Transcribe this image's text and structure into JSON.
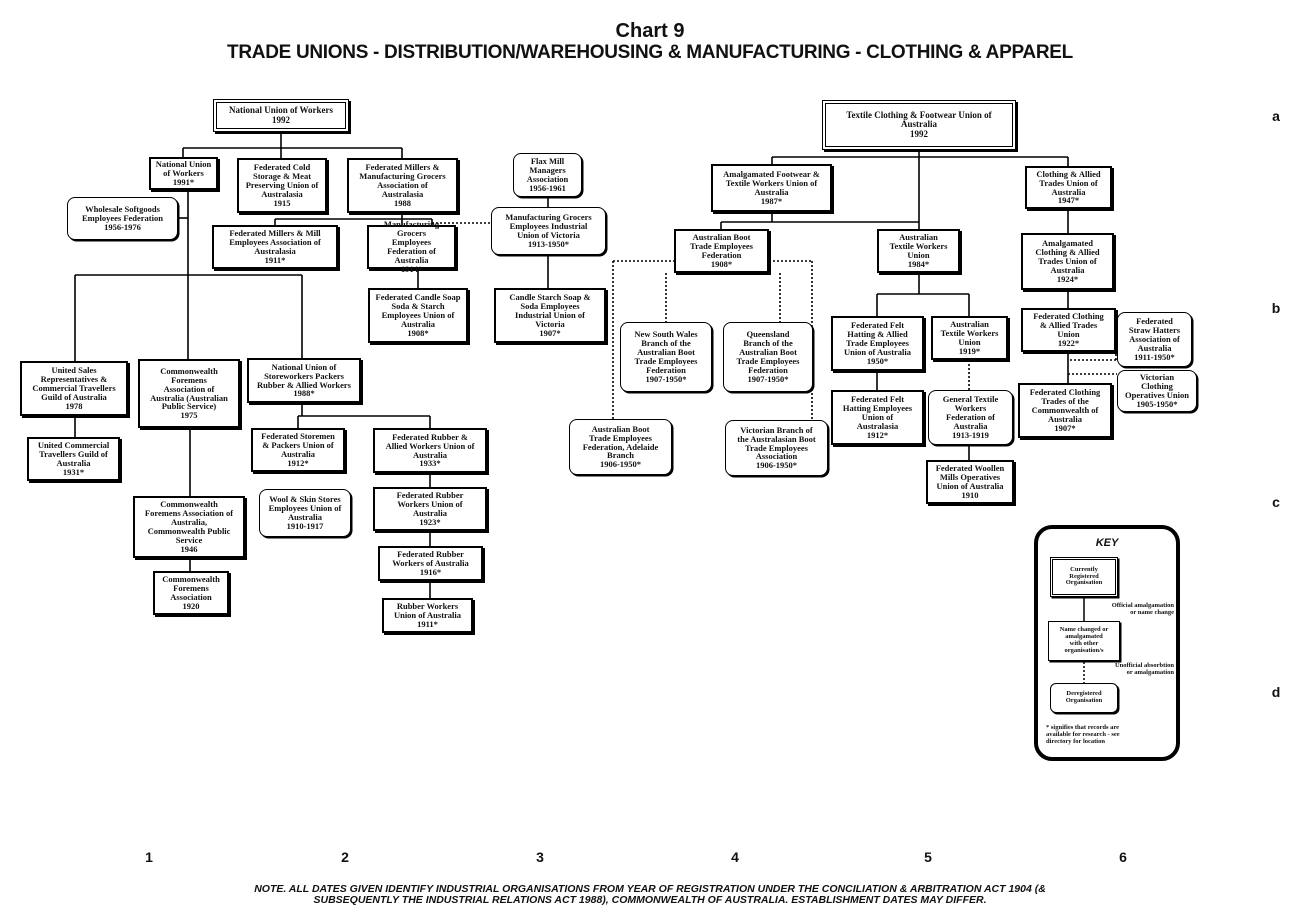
{
  "title": "Chart 9",
  "subtitle": "TRADE UNIONS - DISTRIBUTION/WAREHOUSING & MANUFACTURING - CLOTHING & APPAREL",
  "row_labels": [
    "a",
    "b",
    "c",
    "d"
  ],
  "column_labels": [
    "1",
    "2",
    "3",
    "4",
    "5",
    "6"
  ],
  "note": "NOTE. ALL DATES GIVEN IDENTIFY INDUSTRIAL ORGANISATIONS FROM YEAR OF REGISTRATION UNDER THE CONCILIATION & ARBITRATION ACT 1904 (&\nSUBSEQUENTLY THE INDUSTRIAL RELATIONS ACT 1988), COMMONWEALTH OF AUSTRALIA. ESTABLISHMENT DATES MAY DIFFER.",
  "key": {
    "title": "KEY",
    "current": "Currently\nRegistered\nOrganisation",
    "official": "Official amalgamation\nor name change",
    "changed": "Name changed or\namalgamated\nwith other\norganisation/s",
    "unofficial": "Unofficial absorbtion\nor amalgamation",
    "dereg": "Deregistered\nOrganisation",
    "footnote": "* signifies that records are\navailable for research - see\ndirectory for location"
  },
  "nodes": {
    "nuw": "National Union of Workers\n1992",
    "nuw1991": "National Union\nof Workers\n1991*",
    "softgoods": "Wholesale Softgoods\nEmployees Federation\n1956-1976",
    "coldstorage": "Federated Cold\nStorage & Meat\nPreserving Union of\nAustralasia\n1915",
    "millers_grocers": "Federated Millers &\nManufacturing Grocers\nAssociation of\nAustralasia\n1988",
    "flaxmill": "Flax Mill\nManagers\nAssociation\n1956-1961",
    "millers_mill": "Federated Millers & Mill\nEmployees Association of\nAustralasia\n1911*",
    "mfg_grocers_fed": "Manufacturing Grocers\nEmployees Federation of\nAustralia\n1914*",
    "mfg_grocers_vic": "Manufacturing Grocers\nEmployees Industrial\nUnion of Victoria\n1913-1950*",
    "candle_fed": "Federated Candle Soap\nSoda & Starch\nEmployees Union of\nAustralia\n1908*",
    "candle_vic": "Candle Starch Soap &\nSoda Employees\nIndustrial Union of\nVictoria\n1907*",
    "sales_reps": "United Sales\nRepresentatives &\nCommercial Travellers\nGuild of Australia\n1978",
    "foremens_1975": "Commonwealth\nForemens\nAssociation of\nAustralia (Australian\nPublic Service)\n1975",
    "storeworkers": "National Union of\nStoreworkers Packers\nRubber & Allied Workers\n1988*",
    "travellers": "United Commercial\nTravellers Guild of\nAustralia\n1931*",
    "storemen": "Federated Storemen\n& Packers Union of\nAustralia\n1912*",
    "rubber_allied": "Federated Rubber &\nAllied Workers Union of\nAustralia\n1933*",
    "wool_skin": "Wool & Skin Stores\nEmployees Union of\nAustralia\n1910-1917",
    "rubber_1923": "Federated Rubber\nWorkers Union of\nAustralia\n1923*",
    "foremens_1946": "Commonwealth\nForemens Association of\nAustralia,\nCommonwealth Public\nService\n1946",
    "rubber_1916": "Federated Rubber\nWorkers of Australia\n1916*",
    "foremens_1920": "Commonwealth\nForemens\nAssociation\n1920",
    "rubber_1911": "Rubber Workers\nUnion of Australia\n1911*",
    "tcfua": "Textile Clothing & Footwear Union of\nAustralia\n1992",
    "footwear_textile": "Amalgamated Footwear &\nTextile Workers Union of\nAustralia\n1987*",
    "clothing_allied": "Clothing & Allied\nTrades Union of\nAustralia\n1947*",
    "boot_fed": "Australian Boot\nTrade Employees\nFederation\n1908*",
    "textile_1984": "Australian\nTextile Workers\nUnion\n1984*",
    "amalg_clothing": "Amalgamated\nClothing & Allied\nTrades Union of\nAustralia\n1924*",
    "nsw_boot": "New South Wales\nBranch of the\nAustralian Boot\nTrade Employees\nFederation\n1907-1950*",
    "qld_boot": "Queensland\nBranch of the\nAustralian Boot\nTrade Employees\nFederation\n1907-1950*",
    "felt_hatting_1950": "Federated Felt\nHatting & Allied\nTrade Employees\nUnion of Australia\n1950*",
    "textile_1919": "Australian\nTextile Workers\nUnion\n1919*",
    "fed_clothing_1922": "Federated Clothing\n& Allied Trades\nUnion\n1922*",
    "straw_hatters": "Federated\nStraw Hatters\nAssociation of\nAustralia\n1911-1950*",
    "vic_clothing": "Victorian\nClothing\nOperatives Union\n1905-1950*",
    "felt_hatting_1912": "Federated Felt\nHatting Employees\nUnion of\nAustralasia\n1912*",
    "general_textile": "General Textile\nWorkers\nFederation of\nAustralia\n1913-1919",
    "clothing_cwlth": "Federated Clothing\nTrades of the\nCommonwealth of\nAustralia\n1907*",
    "adelaide_boot": "Australian Boot\nTrade Employees\nFederation, Adelaide\nBranch\n1906-1950*",
    "vic_boot": "Victorian Branch of\nthe Australasian Boot\nTrade Employees\nAssociation\n1906-1950*",
    "woollen_mills": "Federated Woollen\nMills Operatives\nUnion of Australia\n1910"
  }
}
